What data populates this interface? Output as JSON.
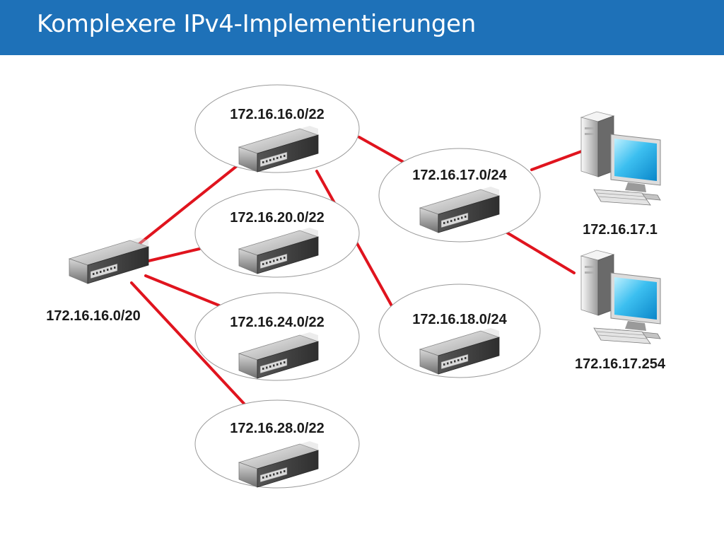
{
  "title": "Komplexere IPv4-Implementierungen",
  "colors": {
    "header": "#1e71b8",
    "link": "#e0141e",
    "ellipse_stroke": "#9a9a9a"
  },
  "nodes": {
    "root": {
      "label": "172.16.16.0/20"
    },
    "subnet_16": {
      "label": "172.16.16.0/22"
    },
    "subnet_20": {
      "label": "172.16.20.0/22"
    },
    "subnet_24": {
      "label": "172.16.24.0/22"
    },
    "subnet_28": {
      "label": "172.16.28.0/22"
    },
    "subnet_17": {
      "label": "172.16.17.0/24"
    },
    "subnet_18": {
      "label": "172.16.18.0/24"
    },
    "host_1": {
      "label": "172.16.17.1"
    },
    "host_254": {
      "label": "172.16.17.254"
    }
  },
  "links": [
    [
      "root",
      "subnet_16"
    ],
    [
      "root",
      "subnet_20"
    ],
    [
      "root",
      "subnet_24"
    ],
    [
      "root",
      "subnet_28"
    ],
    [
      "subnet_16",
      "subnet_17"
    ],
    [
      "subnet_16",
      "subnet_18"
    ],
    [
      "subnet_17",
      "host_1"
    ],
    [
      "subnet_17",
      "host_254"
    ]
  ]
}
